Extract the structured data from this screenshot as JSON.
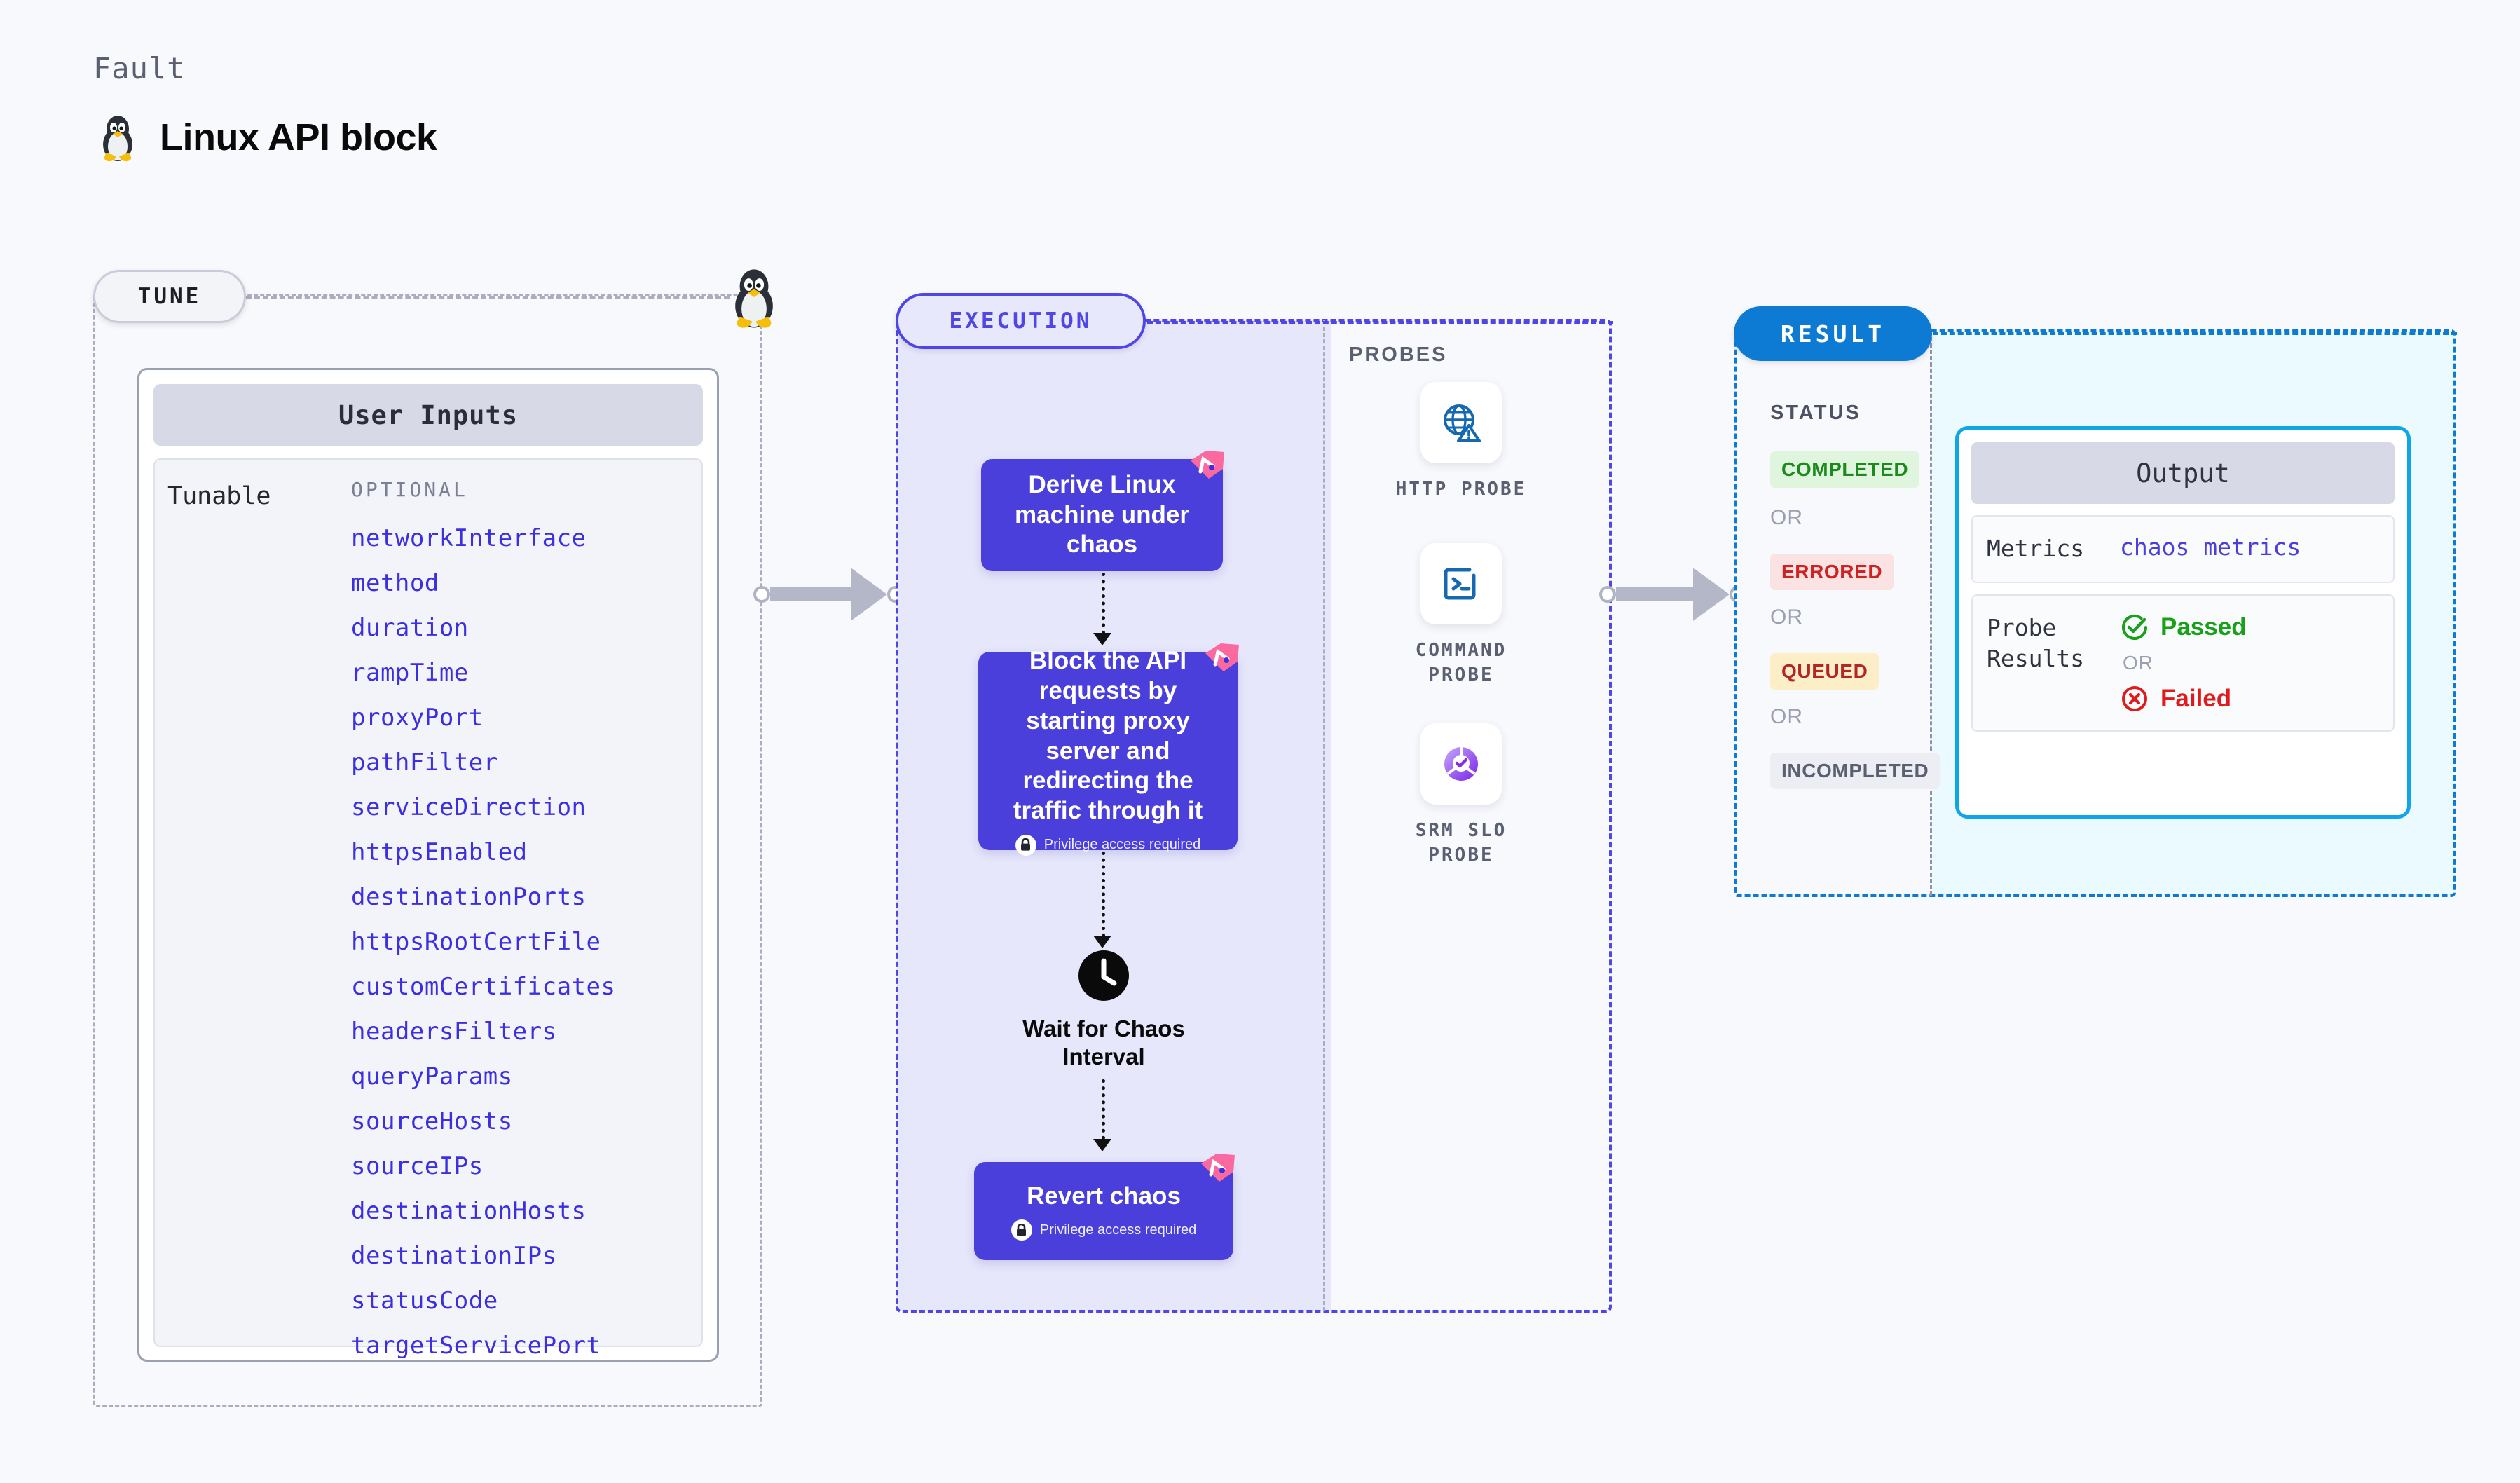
{
  "header": {
    "eyebrow": "Fault",
    "title": "Linux API block",
    "icon": "tux-penguin-icon"
  },
  "tune": {
    "pill_label": "TUNE",
    "card_title": "User Inputs",
    "group_label": "Tunable",
    "optional_label": "OPTIONAL",
    "parameters": [
      "networkInterface",
      "method",
      "duration",
      "rampTime",
      "proxyPort",
      "pathFilter",
      "serviceDirection",
      "httpsEnabled",
      "destinationPorts",
      "httpsRootCertFile",
      "customCertificates",
      "headersFilters",
      "queryParams",
      "sourceHosts",
      "sourceIPs",
      "destinationHosts",
      "destinationIPs",
      "statusCode",
      "targetServicePort"
    ]
  },
  "execution": {
    "pill_label": "EXECUTION",
    "privilege_label": "Privilege access required",
    "nodes": [
      {
        "title": "Derive Linux machine under chaos",
        "privileged": false,
        "litmus_badge": true
      },
      {
        "title": "Block the API requests by starting proxy server and redirecting the traffic through it",
        "privileged": true,
        "litmus_badge": true
      },
      {
        "title": "Wait for Chaos Interval",
        "privileged": false,
        "litmus_badge": false
      },
      {
        "title": "Revert chaos",
        "privileged": true,
        "litmus_badge": true
      }
    ]
  },
  "probes": {
    "section_label": "PROBES",
    "items": [
      {
        "label": "HTTP PROBE",
        "icon": "globe-warning-icon"
      },
      {
        "label": "COMMAND PROBE",
        "icon": "terminal-icon"
      },
      {
        "label": "SRM SLO PROBE",
        "icon": "slo-gauge-check-icon"
      }
    ]
  },
  "result": {
    "pill_label": "RESULT",
    "status_label": "STATUS",
    "or_label": "OR",
    "statuses": [
      {
        "label": "COMPLETED",
        "bg": "#dff5de",
        "fg": "#1c8a1c"
      },
      {
        "label": "ERRORED",
        "bg": "#fbe3e3",
        "fg": "#cf2222"
      },
      {
        "label": "QUEUED",
        "bg": "#fcefc8",
        "fg": "#b32626"
      },
      {
        "label": "INCOMPLETED",
        "bg": "#eceef3",
        "fg": "#5a6070"
      }
    ],
    "output": {
      "title": "Output",
      "metrics_key": "Metrics",
      "metrics_value": "chaos metrics",
      "probe_key": "Probe Results",
      "passed_label": "Passed",
      "failed_label": "Failed",
      "or_label": "OR"
    }
  },
  "colors": {
    "indigo": "#4f46e5",
    "node_purple": "#4a3fdb",
    "exec_fill": "#e6e7fb",
    "result_blue": "#0d7ad3",
    "result_fill": "#eafaff",
    "cyan_border": "#0fa6e9",
    "param_blue": "#3b2fe0",
    "litmus_pink": "#fa6aa0",
    "page_bg": "#f8f9fc"
  }
}
